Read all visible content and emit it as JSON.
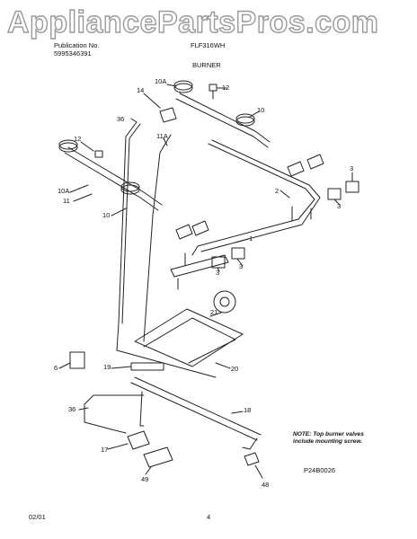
{
  "watermark": "AppliancePartsPros.com",
  "header": {
    "publication_label": "Publication No.",
    "publication_number": "5995346391",
    "model": "FLF316WH",
    "section": "BURNER"
  },
  "callouts": [
    "10A",
    "12",
    "14",
    "10",
    "36",
    "11A",
    "12",
    "3",
    "2",
    "10A",
    "11",
    "3",
    "10",
    "1",
    "3",
    "3",
    "21",
    "6",
    "19",
    "20",
    "18",
    "36",
    "17",
    "49",
    "48"
  ],
  "note": {
    "line1": "NOTE: Top burner valves",
    "line2": "include mounting screw."
  },
  "diagram_id": "P24B0026",
  "footer": {
    "date": "02/01",
    "page": "4"
  }
}
